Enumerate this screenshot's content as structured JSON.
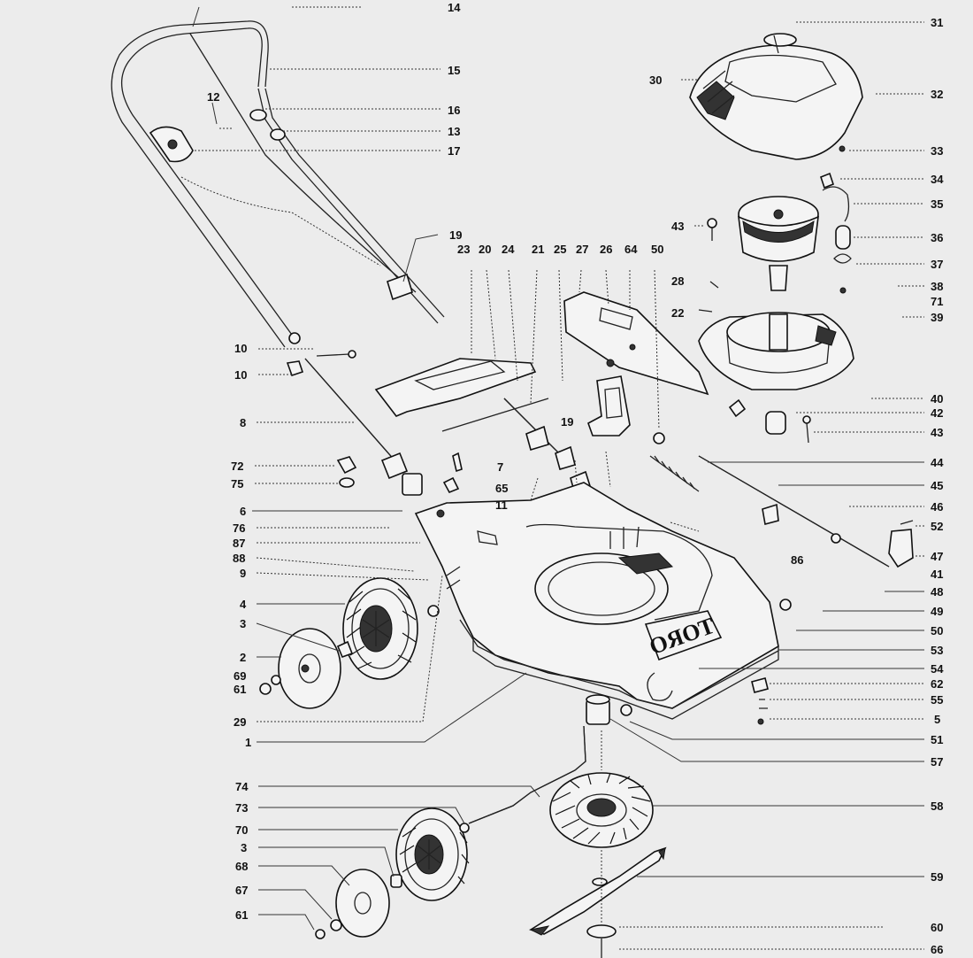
{
  "labels": {
    "l1": "1",
    "l2": "2",
    "l3a": "3",
    "l3b": "3",
    "l4": "4",
    "l5": "5",
    "l6": "6",
    "l7": "7",
    "l8": "8",
    "l9": "9",
    "l10a": "10",
    "l10b": "10",
    "l11": "11",
    "l12": "12",
    "l13": "13",
    "l14": "14",
    "l15": "15",
    "l16": "16",
    "l17": "17",
    "l19a": "19",
    "l19b": "19",
    "l20": "20",
    "l21": "21",
    "l22": "22",
    "l23": "23",
    "l24": "24",
    "l25": "25",
    "l26": "26",
    "l27": "27",
    "l28": "28",
    "l29": "29",
    "l30": "30",
    "l31": "31",
    "l32": "32",
    "l33": "33",
    "l34": "34",
    "l35": "35",
    "l36": "36",
    "l37": "37",
    "l38": "38",
    "l39": "39",
    "l40": "40",
    "l41": "41",
    "l42": "42",
    "l43a": "43",
    "l43b": "43",
    "l44": "44",
    "l45": "45",
    "l46": "46",
    "l47": "47",
    "l48": "48",
    "l49": "49",
    "l50a": "50",
    "l50b": "50",
    "l51": "51",
    "l52": "52",
    "l53": "53",
    "l54": "54",
    "l55": "55",
    "l57": "57",
    "l58": "58",
    "l59": "59",
    "l60": "60",
    "l61a": "61",
    "l61b": "61",
    "l62": "62",
    "l64": "64",
    "l65": "65",
    "l66": "66",
    "l67": "67",
    "l68": "68",
    "l69": "69",
    "l70": "70",
    "l71": "71",
    "l72": "72",
    "l73": "73",
    "l74": "74",
    "l75": "75",
    "l76": "76",
    "l86": "86",
    "l87": "87",
    "l88": "88"
  },
  "logo_text": "TORO",
  "colors": {
    "background": "#ececec",
    "ink": "#111111",
    "part_fill": "#f4f4f4"
  }
}
